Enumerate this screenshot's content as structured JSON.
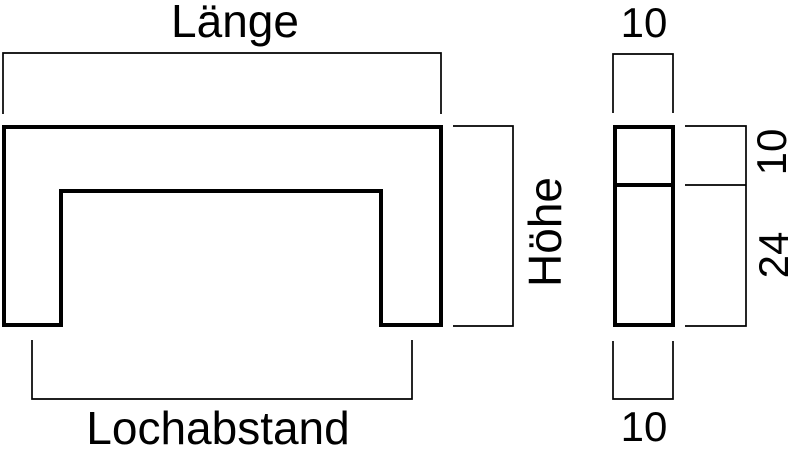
{
  "front_view": {
    "length_label": "Länge",
    "height_label": "Höhe",
    "hole_distance_label": "Lochabstand"
  },
  "side_view": {
    "top_width": "10",
    "upper_section_height": "10",
    "lower_section_height": "24",
    "bottom_width": "10"
  },
  "colors": {
    "line": "#000000",
    "background": "#ffffff"
  }
}
